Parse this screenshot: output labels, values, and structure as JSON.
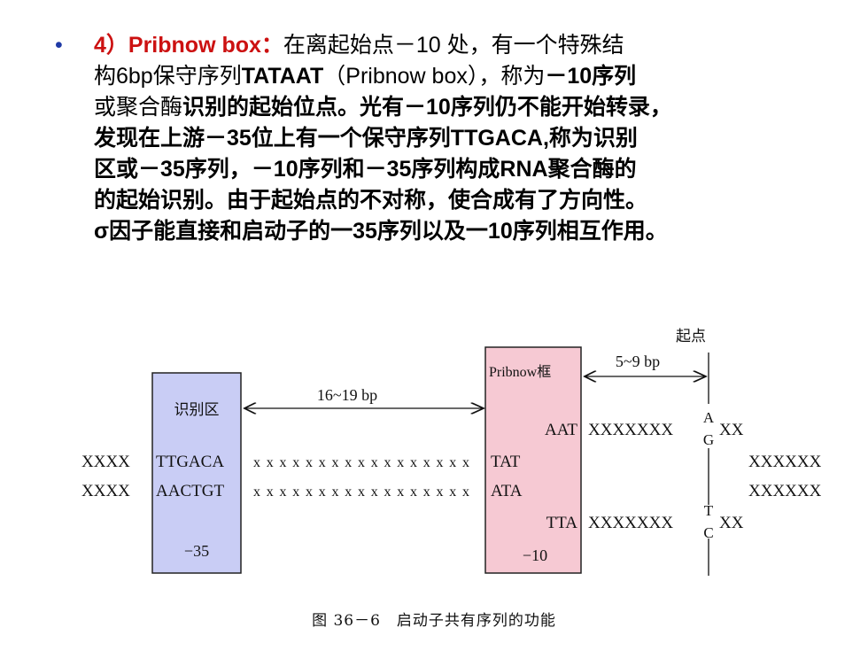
{
  "slide": {
    "bullet_marker": "•",
    "lines": [
      [
        {
          "t": "4）Pribnow box：",
          "s": "heading"
        },
        {
          "t": "在离起始点－10 处，有一个特殊结",
          "s": ""
        }
      ],
      [
        {
          "t": "构6bp保守序列",
          "s": ""
        },
        {
          "t": "TATAAT",
          "s": "b"
        },
        {
          "t": "（Pribnow box），称为",
          "s": ""
        },
        {
          "t": "－10序列",
          "s": "b"
        }
      ],
      [
        {
          "t": "或聚合酶",
          "s": ""
        },
        {
          "t": "识别的起始位点。光有－10序列仍不能开始转录，",
          "s": "b"
        }
      ],
      [
        {
          "t": "发现在上游－35位上有一个保守序列TTGACA,称为识别",
          "s": "b"
        }
      ],
      [
        {
          "t": "区或－35序列，－10序列和－35序列构成RNA聚合酶的",
          "s": "b"
        }
      ],
      [
        {
          "t": "的起始识别。由于起始点的不对称，使合成有了方向性。",
          "s": "b"
        }
      ],
      [
        {
          "t": "σ因子能直接和启动子的一35序列以及一10序列相互作用。",
          "s": "b"
        }
      ]
    ]
  },
  "diagram": {
    "recognition_box_label": "识别区",
    "recognition_seq_top": "TTGACA",
    "recognition_seq_bottom": "AACTGT",
    "recognition_position": "−35",
    "pribnow_box_label": "Pribnow框",
    "pribnow_top": "AAT",
    "pribnow_mid_top": "TAT",
    "pribnow_mid_bottom": "ATA",
    "pribnow_bottom": "TTA",
    "pribnow_position": "−10",
    "spacer_16_19": "16~19 bp",
    "spacer_5_9": "5~9 bp",
    "start_point_label": "起点",
    "flank_left_top": "XXXX",
    "flank_left_bottom": "XXXX",
    "linker_top": "xxxxxxxxxxxxxxxxx",
    "linker_bottom": "xxxxxxxxxxxxxxxxx",
    "gap_top": "XXXXXXX",
    "gap_bottom": "XXXXXXX",
    "start_top_upper": "A",
    "start_top_lower": "G",
    "start_bottom_upper": "T",
    "start_bottom_lower": "C",
    "after_start_top": "XX",
    "after_start_bottom": "XX",
    "flank_right_top": "XXXXXX",
    "flank_right_bottom": "XXXXXX",
    "colors": {
      "recognition_fill": "#c9cdf5",
      "pribnow_fill": "#f6c9d3",
      "heading": "#cc1111",
      "bullet": "#1f3aa6"
    }
  },
  "caption": "图 36－6　启动子共有序列的功能"
}
